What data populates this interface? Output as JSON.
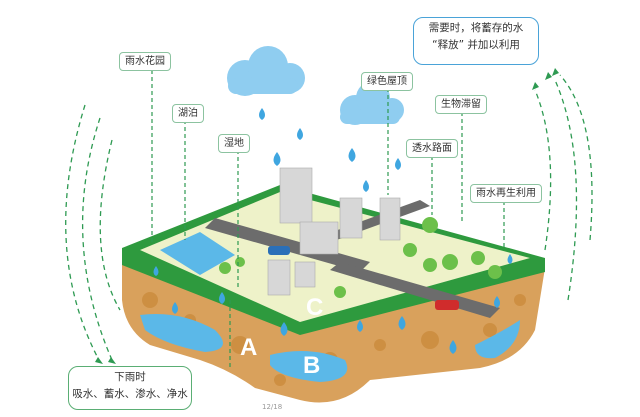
{
  "labels": {
    "rain_garden": "雨水花园",
    "lake": "湖泊",
    "wetland": "湿地",
    "green_roof": "绿色屋顶",
    "bioretention": "生物滞留",
    "permeable_pavement": "透水路面",
    "rainwater_reuse": "雨水再生利用"
  },
  "release_box": {
    "line1": "需要时，将蓄存的水",
    "line2": "“释放” 并加以利用"
  },
  "rain_box": {
    "line1": "下雨时",
    "line2": "吸水、蓄水、渗水、净水"
  },
  "markers": {
    "a": "A",
    "b": "B",
    "c": "C"
  },
  "page_number": "12/18",
  "colors": {
    "grass": "#2e9a3e",
    "soil": "#d9a15c",
    "water": "#5bb8e8",
    "arrow": "#2e9a52",
    "release_border": "#4aa3d8",
    "rain_border": "#5aae74"
  }
}
